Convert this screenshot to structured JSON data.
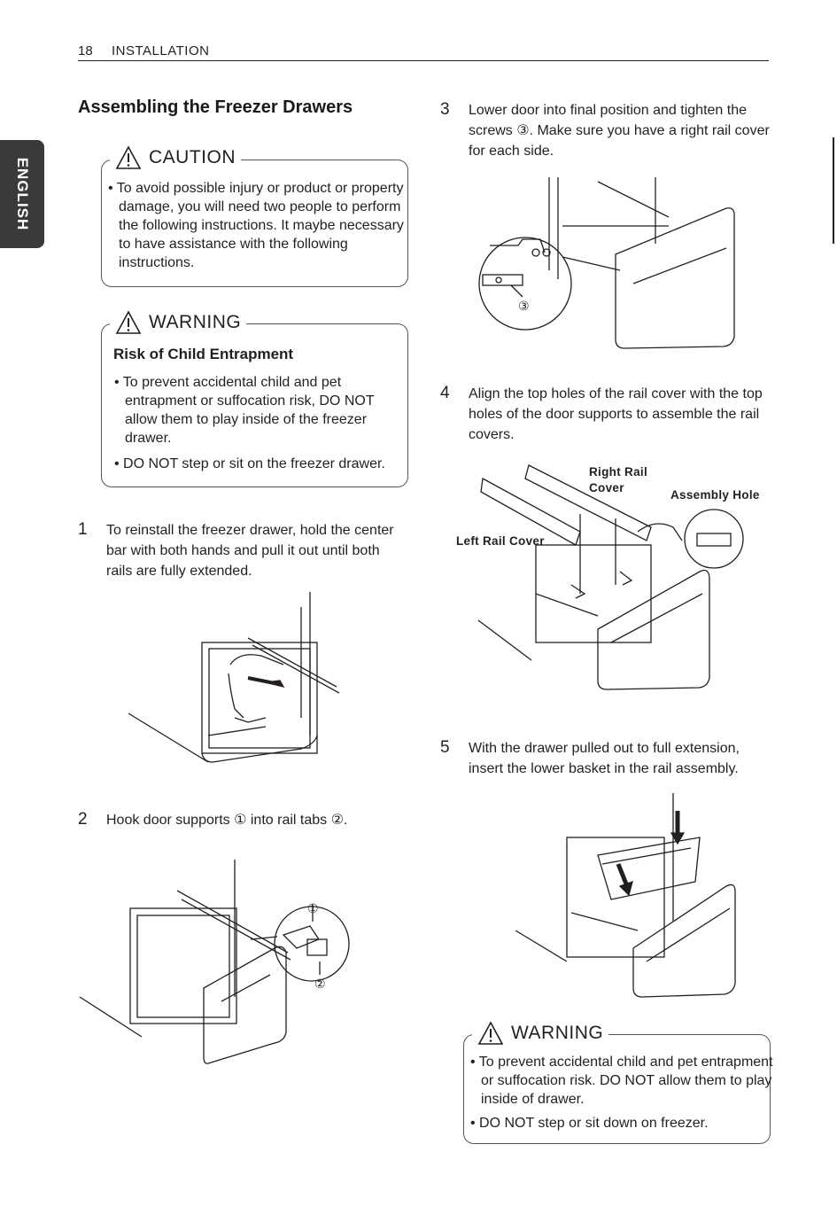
{
  "header": {
    "page_number": "18",
    "section": "INSTALLATION"
  },
  "side_tab": {
    "language": "ENGLISH"
  },
  "title": "Assembling the Freezer Drawers",
  "caution": {
    "label": "CAUTION",
    "bullets": [
      "• To avoid possible injury or product or property damage, you will need two people to perform the following instructions. It maybe necessary to have assistance with the following instructions."
    ]
  },
  "warning1": {
    "label": "WARNING",
    "subheading": "Risk of Child Entrapment",
    "bullets": [
      "• To prevent accidental child and pet entrapment or suffocation risk, DO NOT allow them to play inside of the freezer drawer.",
      "• DO NOT step or sit on the freezer drawer."
    ]
  },
  "steps": [
    {
      "number": "1",
      "text": "To reinstall the freezer drawer, hold the center bar with both hands and pull it out until both rails are fully extended."
    },
    {
      "number": "2",
      "text": "Hook door supports ① into rail tabs ②."
    },
    {
      "number": "3",
      "text": "Lower door into final position and tighten the screws ③. Make sure you have a right rail cover for each side."
    },
    {
      "number": "4",
      "text": "Align the top holes of the rail cover with the top holes of the door supports to assemble the rail covers."
    },
    {
      "number": "5",
      "text": "With the drawer pulled out to full extension, insert the lower basket in the rail assembly."
    }
  ],
  "figure_labels": {
    "callout_1": "①",
    "callout_2": "②",
    "callout_3": "③",
    "right_rail_cover": "Right Rail Cover",
    "assembly_hole": "Assembly Hole",
    "left_rail_cover": "Left Rail Cover"
  },
  "warning2": {
    "label": "WARNING",
    "bullets": [
      "• To prevent accidental child and pet entrapment or suffocation risk. DO NOT allow them to play inside of drawer.",
      "• DO NOT step or sit down on freezer."
    ]
  }
}
